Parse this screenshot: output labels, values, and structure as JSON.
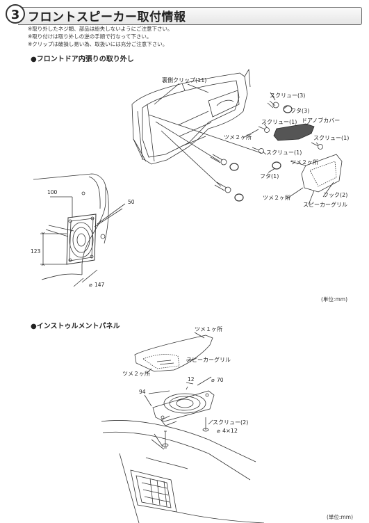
{
  "header": {
    "number": "3",
    "title": "フロントスピーカー取付情報"
  },
  "notes": [
    "※取り外したネジ類、部品は紛失しないようにご注意下さい。",
    "※取り付けは取り外しの逆の手順で行なって下さい。",
    "※クリップは破損し易い為、取扱いには充分ご注意下さい。"
  ],
  "section1": {
    "title": "●フロントドア内張りの取り外し",
    "labels": {
      "clip": "裏側クリップ(11)",
      "screw3": "スクリュー(3)",
      "cap3": "フタ(3)",
      "screw1a": "スクリュー(1)",
      "knob_cover": "ドアノブカバー",
      "tabs2a": "ツメ２ヶ所",
      "screw1b": "スクリュー(1)",
      "screw1c": "スクリュー(1)",
      "tabs2b": "ツメ２ヶ所",
      "cap1": "フタ(1)",
      "hook2": "フック(2)",
      "tabs2c": "ツメ２ヶ所",
      "speaker_grille": "スピーカーグリル"
    },
    "dims": {
      "d100": "100",
      "d50": "50",
      "d123": "123",
      "d147": "147"
    },
    "unit": "(単位:mm)"
  },
  "section2": {
    "title": "●インストゥルメントパネル",
    "labels": {
      "tabs1": "ツメ１ヶ所",
      "speaker_grille": "スピーカーグリル",
      "tabs2": "ツメ２ヶ所",
      "screw2": "スクリュー(2)",
      "screw_size": "4×12"
    },
    "dims": {
      "d94": "94",
      "d12": "12",
      "d70": "70"
    },
    "unit": "(単位:mm)"
  }
}
